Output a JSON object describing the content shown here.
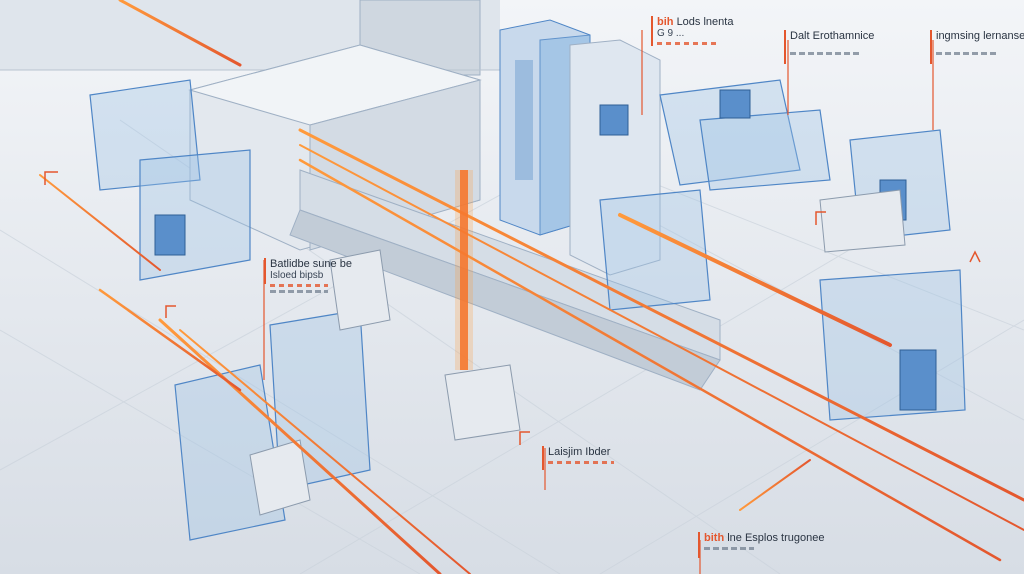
{
  "scene": {
    "colors": {
      "floor": "#e9edf2",
      "glass": "#9fc3e6",
      "glass_edge": "#4f86c6",
      "beam": "#f26b2b",
      "accent": "#e4572e",
      "steel": "#c9d2dc"
    }
  },
  "callouts": [
    {
      "id": "top-center",
      "title_hl": "bih",
      "title": "Lods lnenta",
      "sub": "G 9 ..."
    },
    {
      "id": "top-right-a",
      "title_hl": "",
      "title": "Dalt Erothamnice",
      "sub": ""
    },
    {
      "id": "top-right-b",
      "title_hl": "",
      "title": "ingmsing lernanse",
      "sub": ""
    },
    {
      "id": "left-mid",
      "title_hl": "",
      "title": "Batlidbe sune be",
      "sub": "Isloed bipsb"
    },
    {
      "id": "bottom-mid",
      "title_hl": "",
      "title": "Laisjim Ibder",
      "sub": ""
    },
    {
      "id": "bottom-right",
      "title_hl": "bith",
      "title": "lne Esplos trugonee",
      "sub": ""
    }
  ]
}
